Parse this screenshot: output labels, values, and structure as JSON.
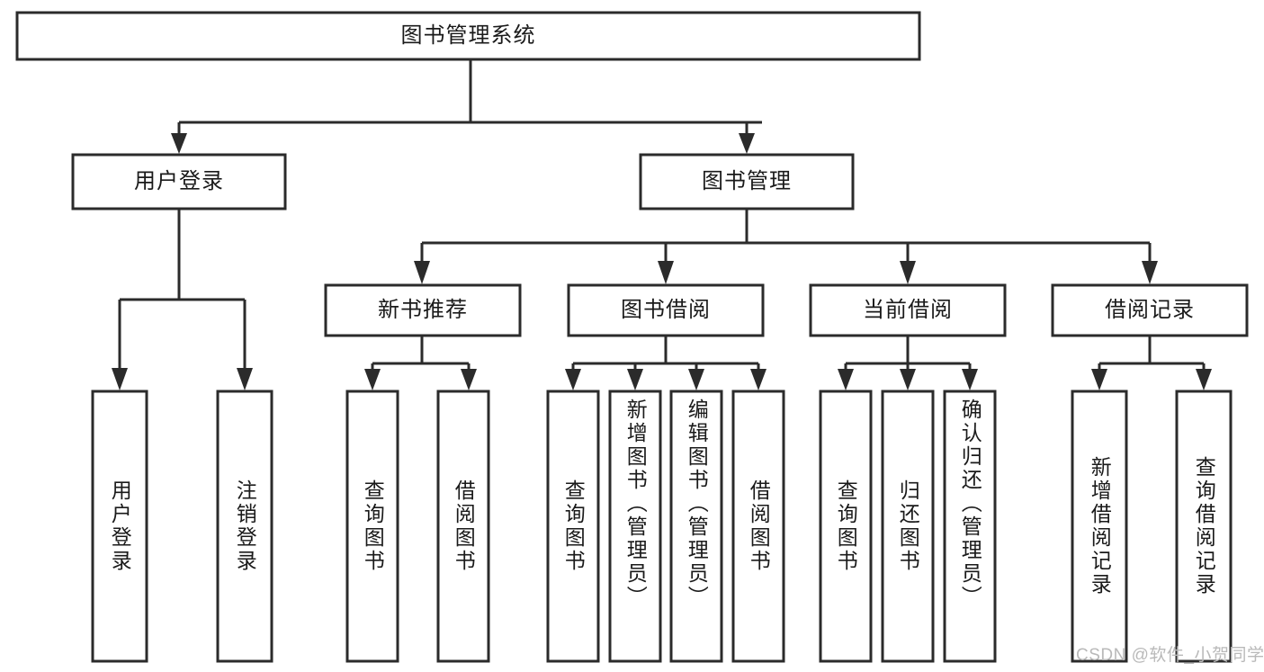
{
  "diagram": {
    "title": "图书管理系统",
    "type": "tree-structure-chart",
    "colors": {
      "stroke": "#2b2b2b",
      "fill": "#ffffff",
      "text": "#1a1a1a",
      "watermark": "#b9b9b9"
    },
    "root": {
      "label": "图书管理系统"
    },
    "level2": [
      {
        "label": "用户登录"
      },
      {
        "label": "图书管理"
      }
    ],
    "level3": [
      {
        "label": "新书推荐"
      },
      {
        "label": "图书借阅"
      },
      {
        "label": "当前借阅"
      },
      {
        "label": "借阅记录"
      }
    ],
    "leaves": {
      "user_login": [
        {
          "label": "用户登录"
        },
        {
          "label": "注销登录"
        }
      ],
      "new_book_recommend": [
        {
          "label": "查询图书"
        },
        {
          "label": "借阅图书"
        }
      ],
      "book_borrow": [
        {
          "label": "查询图书"
        },
        {
          "label": "新增图书（管理员）"
        },
        {
          "label": "编辑图书（管理员）"
        },
        {
          "label": "借阅图书"
        }
      ],
      "current_borrow": [
        {
          "label": "查询图书"
        },
        {
          "label": "归还图书"
        },
        {
          "label": "确认归还（管理员）"
        }
      ],
      "borrow_record": [
        {
          "label": "新增借阅记录"
        },
        {
          "label": "查询借阅记录"
        }
      ]
    },
    "watermark": "CSDN @软件_小贺同学"
  }
}
